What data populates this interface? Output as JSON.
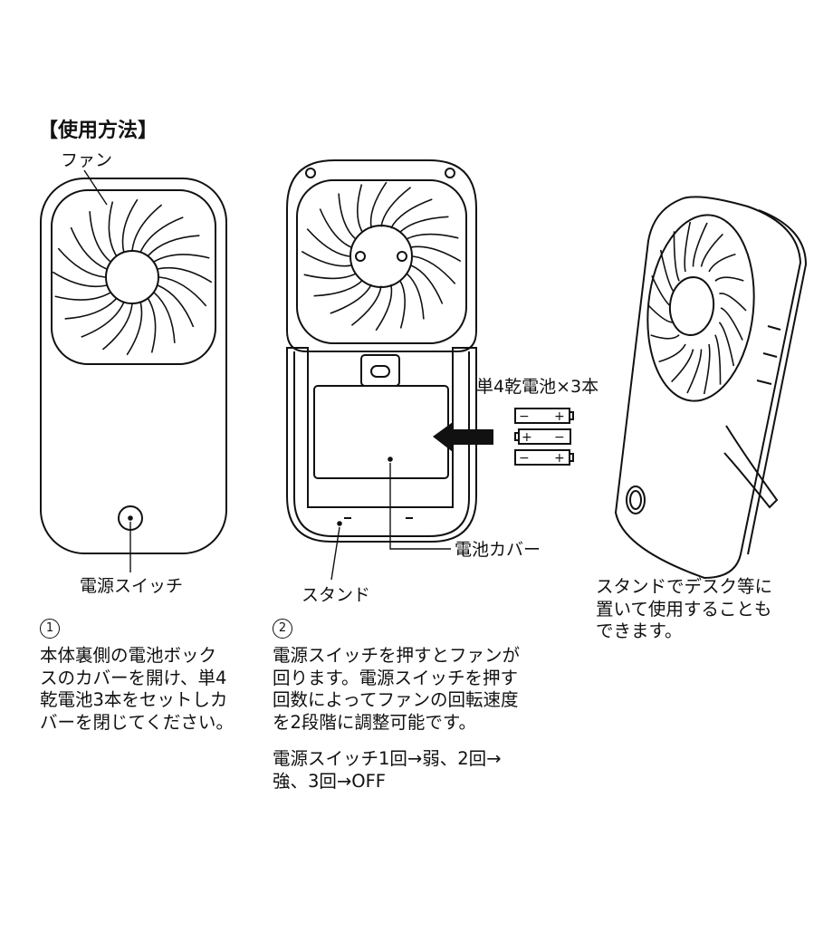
{
  "title": "【使用方法】",
  "labels": {
    "fan": "ファン",
    "power_switch": "電源スイッチ",
    "stand": "スタンド",
    "battery_cover": "電池カバー",
    "batteries": "単4乾電池×3本"
  },
  "battery_signs": {
    "minus": "−",
    "plus": "+"
  },
  "side_note": [
    "スタンドでデスク等に",
    "置いて使用することも",
    "できます。"
  ],
  "steps": [
    {
      "number": "1",
      "lines": [
        "本体裏側の電池ボック",
        "スのカバーを開け、単4",
        "乾電池3本をセットしカ",
        "バーを閉じてください。"
      ]
    },
    {
      "number": "2",
      "lines": [
        "電源スイッチを押すとファンが",
        "回ります。電源スイッチを押す",
        "回数によってファンの回転速度",
        "を2段階に調整可能です。"
      ],
      "extra_lines": [
        "電源スイッチ1回→弱、2回→",
        "強、3回→OFF"
      ]
    }
  ]
}
